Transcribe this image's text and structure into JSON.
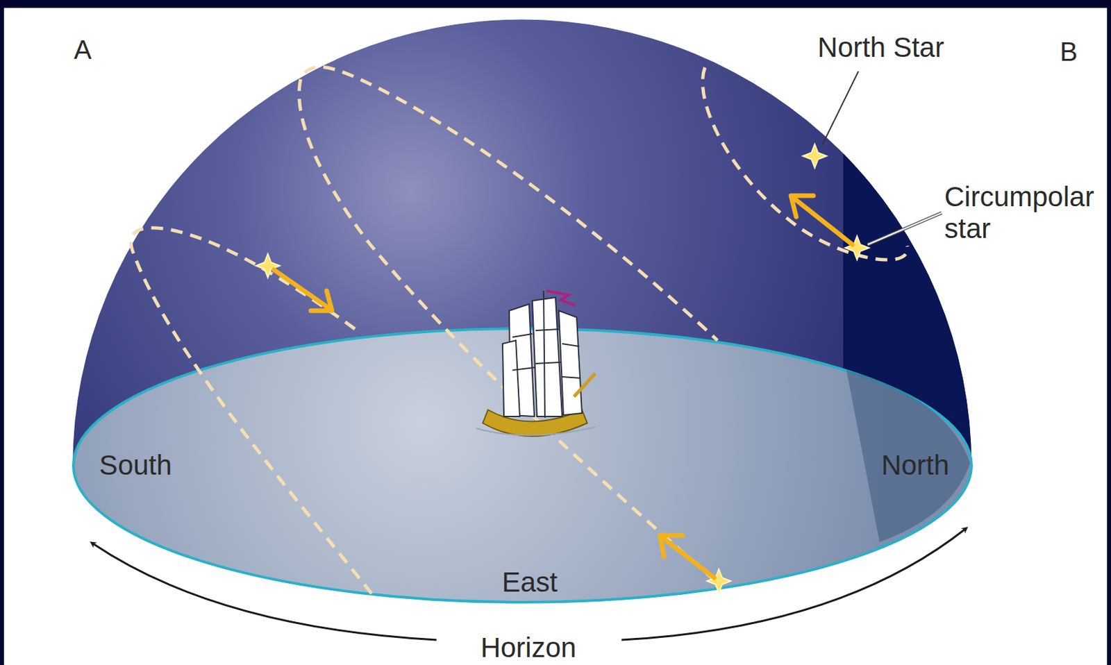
{
  "diagram": {
    "labels": [
      "A",
      "North Star",
      "B",
      "Circumpolar star",
      "South",
      "North",
      "East",
      "Horizon"
    ]
  }
}
